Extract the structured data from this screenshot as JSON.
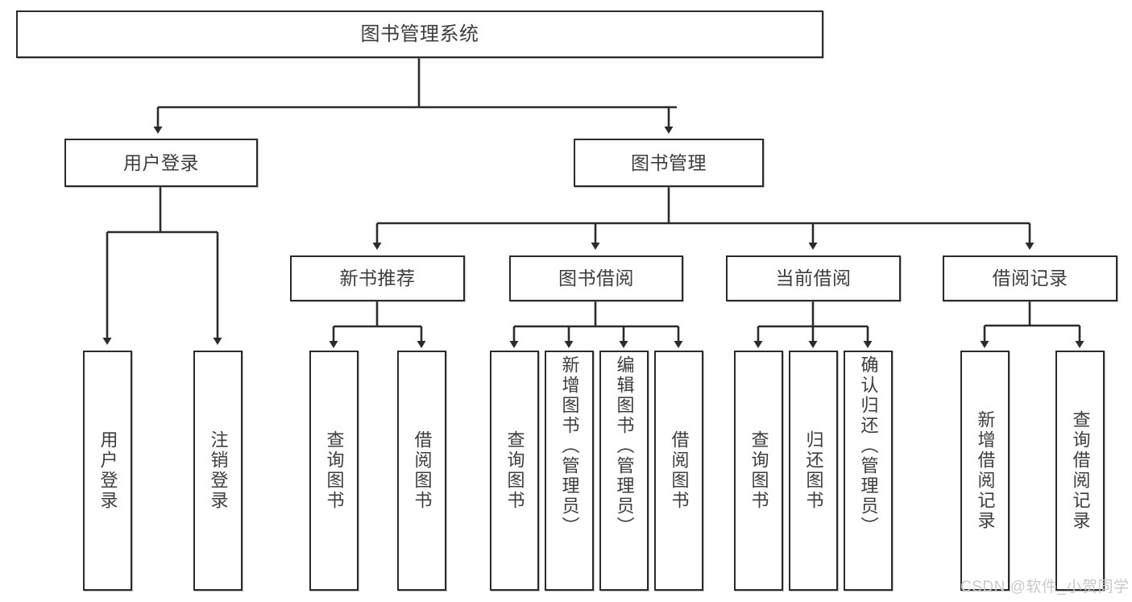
{
  "diagram": {
    "title": "图书管理系统",
    "type": "tree-hierarchy",
    "background_color": "#ffffff",
    "border_color": "#2b2b2b",
    "text_color": "#3d3d3d"
  },
  "nodes": {
    "root": {
      "label": "图书管理系统"
    },
    "level2": [
      {
        "id": "user-login",
        "label": "用户登录"
      },
      {
        "id": "book-manage",
        "label": "图书管理"
      }
    ],
    "level3": [
      {
        "id": "new-book-recommend",
        "label": "新书推荐"
      },
      {
        "id": "book-borrow",
        "label": "图书借阅"
      },
      {
        "id": "current-borrow",
        "label": "当前借阅"
      },
      {
        "id": "borrow-record",
        "label": "借阅记录"
      }
    ],
    "leaves": {
      "user_login": [
        {
          "id": "leaf-user-login",
          "label": "用户登录"
        },
        {
          "id": "leaf-logout-login",
          "label": "注销登录"
        }
      ],
      "new_book_recommend": [
        {
          "id": "leaf-query-book-1",
          "label": "查询图书"
        },
        {
          "id": "leaf-borrow-book-1",
          "label": "借阅图书"
        }
      ],
      "book_borrow": [
        {
          "id": "leaf-query-book-2",
          "label": "查询图书"
        },
        {
          "id": "leaf-add-book",
          "label": "新增图书（管理员）"
        },
        {
          "id": "leaf-edit-book",
          "label": "编辑图书（管理员）"
        },
        {
          "id": "leaf-borrow-book-2",
          "label": "借阅图书"
        }
      ],
      "current_borrow": [
        {
          "id": "leaf-query-book-3",
          "label": "查询图书"
        },
        {
          "id": "leaf-return-book",
          "label": "归还图书"
        },
        {
          "id": "leaf-confirm-return",
          "label": "确认归还（管理员）"
        }
      ],
      "borrow_record": [
        {
          "id": "leaf-add-record",
          "label": "新增借阅记录"
        },
        {
          "id": "leaf-query-record",
          "label": "查询借阅记录"
        }
      ]
    }
  },
  "watermark": {
    "text": "CSDN @软件_小贺同学"
  }
}
